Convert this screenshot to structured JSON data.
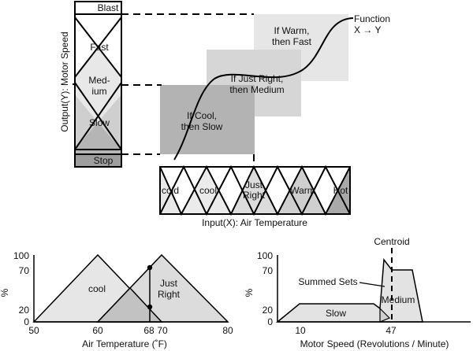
{
  "output_axis_label": "Output(Y): Motor Speed",
  "input_axis_label": "Input(X): Air Temperature",
  "output_sets": [
    "Blast",
    "Fast",
    "Med-",
    "ium",
    "Slow",
    "Stop"
  ],
  "input_sets": [
    "cold",
    "cool",
    "Just",
    "Right",
    "Warm",
    "Hot"
  ],
  "function_label": [
    "Function",
    "X → Y"
  ],
  "rules": {
    "cool": [
      "If Cool,",
      "then Slow"
    ],
    "just_right": [
      "If Just Right,",
      "then Medium"
    ],
    "warm": [
      "If Warm,",
      "then Fast"
    ]
  },
  "left_chart": {
    "ylabel": "%",
    "xlabel": "Air Temperature (˚F)",
    "yticks": [
      "100",
      "70",
      "20",
      "0"
    ],
    "xticks": [
      "50",
      "60",
      "68",
      "70",
      "80"
    ],
    "set_labels": [
      "cool",
      "Just",
      "Right"
    ]
  },
  "right_chart": {
    "ylabel": "%",
    "xlabel": "Motor Speed (Revolutions / Minute)",
    "yticks": [
      "100",
      "70",
      "20",
      "0"
    ],
    "xticks": [
      "10",
      "47"
    ],
    "annotations": [
      "Centroid",
      "Summed Sets",
      "Medium",
      "Slow"
    ]
  },
  "colors": {
    "light_fill": "#e6e6e6",
    "mid_fill": "#cfcfcf",
    "dark_fill": "#a9a9a9",
    "stroke": "#000000"
  }
}
